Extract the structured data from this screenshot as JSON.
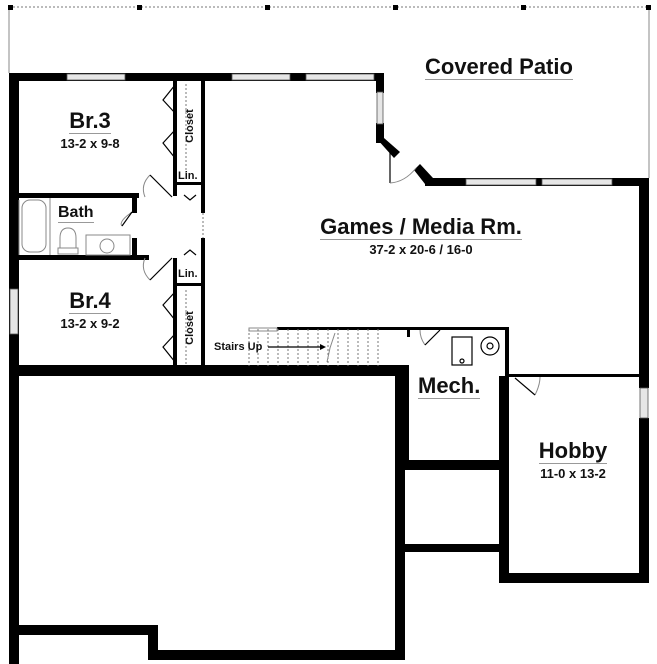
{
  "plan": {
    "type": "basement floor plan",
    "rooms": [
      {
        "id": "covered-patio",
        "name": "Covered Patio",
        "dimensions": ""
      },
      {
        "id": "br3",
        "name": "Br.3",
        "dimensions": "13-2 x 9-8"
      },
      {
        "id": "bath",
        "name": "Bath",
        "dimensions": ""
      },
      {
        "id": "br4",
        "name": "Br.4",
        "dimensions": "13-2 x 9-2"
      },
      {
        "id": "games-media",
        "name": "Games / Media Rm.",
        "dimensions": "37-2 x 20-6 / 16-0"
      },
      {
        "id": "mech",
        "name": "Mech.",
        "dimensions": ""
      },
      {
        "id": "hobby",
        "name": "Hobby",
        "dimensions": "11-0 x 13-2"
      }
    ],
    "minor_labels": {
      "closet_upper": "Closet",
      "closet_lower": "Closet",
      "linen_upper": "Lin.",
      "linen_lower": "Lin.",
      "stairs": "Stairs Up"
    },
    "colors": {
      "wall": "#000000",
      "window": "#e6e6e6",
      "background": "#ffffff",
      "underline": "#999999"
    }
  }
}
